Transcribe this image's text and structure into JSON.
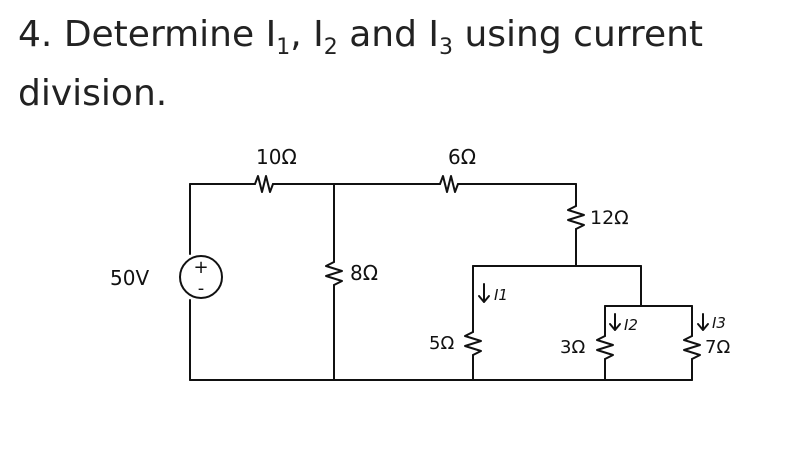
{
  "problem": {
    "number": "4.",
    "verb": "Determine",
    "i1": "I",
    "i1_sub": "1",
    "i2": "I",
    "i2_sub": "2",
    "i3": "I",
    "i3_sub": "3",
    "and": "and",
    "rest_line1": "using current",
    "line2": "division."
  },
  "circuit": {
    "source_label": "50V",
    "source_plus": "+",
    "source_minus": "-",
    "r_10": "10Ω",
    "r_6": "6Ω",
    "r_12": "12Ω",
    "r_8": "8Ω",
    "r_5": "5Ω",
    "r_3": "3Ω",
    "r_7": "7Ω",
    "current_1": "I1",
    "current_2": "I2",
    "current_3": "I3"
  }
}
